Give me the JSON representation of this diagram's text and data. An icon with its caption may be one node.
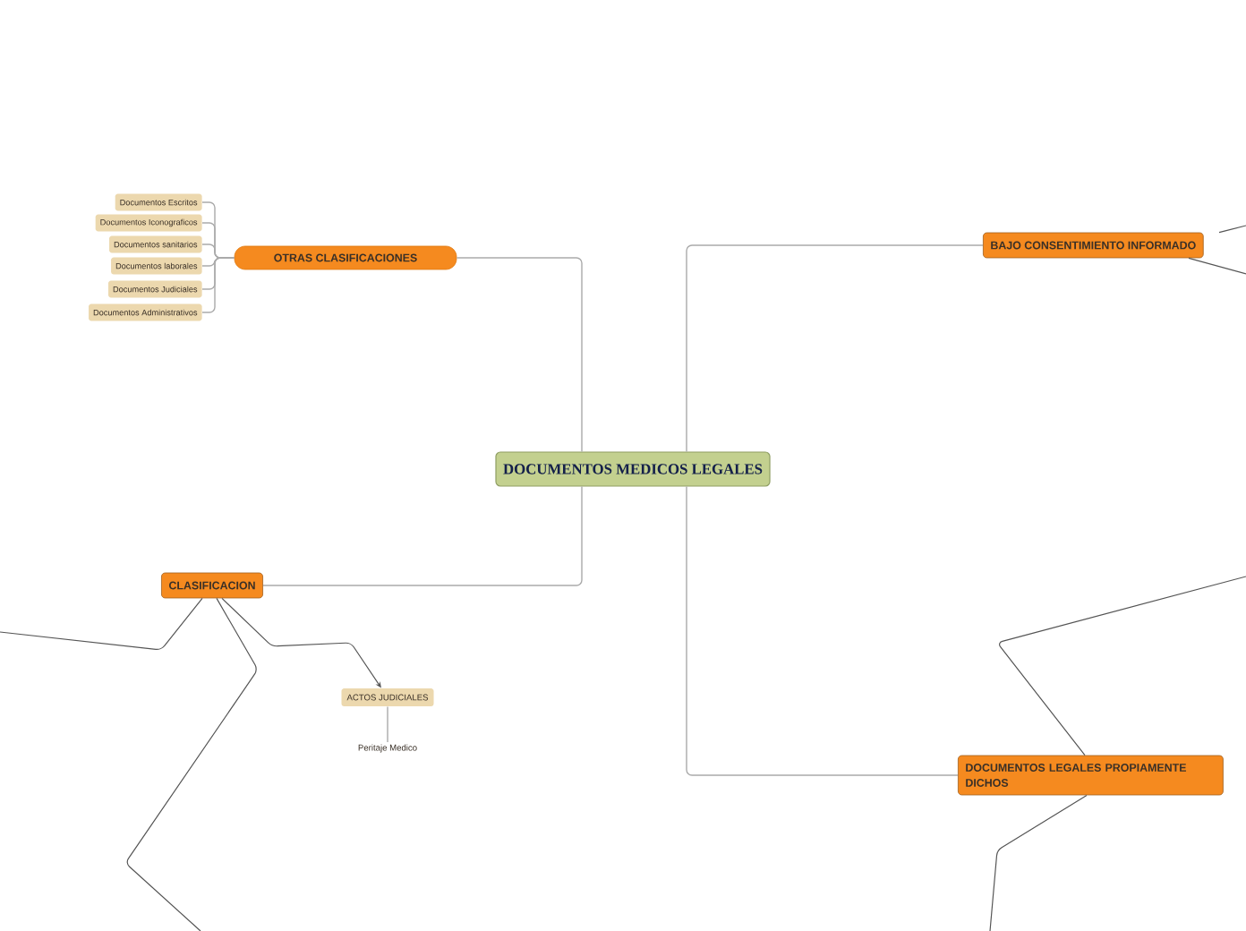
{
  "diagram": {
    "nodes": [
      {
        "text": [
          "DOCUMENTOS MEDICOS LEGALES"
        ]
      },
      {
        "text": [
          "OTRAS CLASIFICACIONES"
        ]
      },
      {
        "text": [
          "Documentos Escritos"
        ]
      },
      {
        "text": [
          "Documentos Iconograficos"
        ]
      },
      {
        "text": [
          "Documentos sanitarios"
        ]
      },
      {
        "text": [
          "Documentos laborales"
        ]
      },
      {
        "text": [
          "Documentos Judiciales"
        ]
      },
      {
        "text": [
          "Documentos Administrativos"
        ]
      },
      {
        "text": [
          "CLASIFICACION"
        ]
      },
      {
        "text": [
          "ACTOS JUDICIALES"
        ]
      },
      {
        "text": [
          "Peritaje Medico"
        ]
      },
      {
        "text": [
          "BAJO CONSENTIMIENTO INFORMADO"
        ]
      },
      {
        "text": [
          "DOCUMENTOS LEGALES PROPIAMENTE DICHOS"
        ]
      }
    ],
    "edges": [
      {
        "from": 0,
        "to": 1,
        "arrow": "none"
      },
      {
        "from": 0,
        "to": 8,
        "arrow": "none"
      },
      {
        "from": 0,
        "to": 11,
        "arrow": "none"
      },
      {
        "from": 0,
        "to": 12,
        "arrow": "none"
      },
      {
        "from": 1,
        "to": 2,
        "arrow": "none"
      },
      {
        "from": 1,
        "to": 3,
        "arrow": "none"
      },
      {
        "from": 1,
        "to": 4,
        "arrow": "none"
      },
      {
        "from": 1,
        "to": 5,
        "arrow": "none"
      },
      {
        "from": 1,
        "to": 6,
        "arrow": "none"
      },
      {
        "from": 1,
        "to": 7,
        "arrow": "none"
      },
      {
        "from": 8,
        "to": 9,
        "arrow": "to",
        "color": "#555555"
      },
      {
        "from": 9,
        "to": 10,
        "arrow": "none"
      },
      {
        "from": 8,
        "to": null,
        "arrow": "none",
        "color": "#555555"
      },
      {
        "from": 8,
        "to": null,
        "arrow": "none",
        "color": "#555555"
      },
      {
        "from": 11,
        "to": null,
        "arrow": "none",
        "color": "#555555"
      },
      {
        "from": 11,
        "to": null,
        "arrow": "none",
        "color": "#555555"
      },
      {
        "from": 12,
        "to": null,
        "arrow": "none",
        "color": "#555555"
      },
      {
        "from": 12,
        "to": null,
        "arrow": "none",
        "color": "#555555"
      }
    ]
  }
}
